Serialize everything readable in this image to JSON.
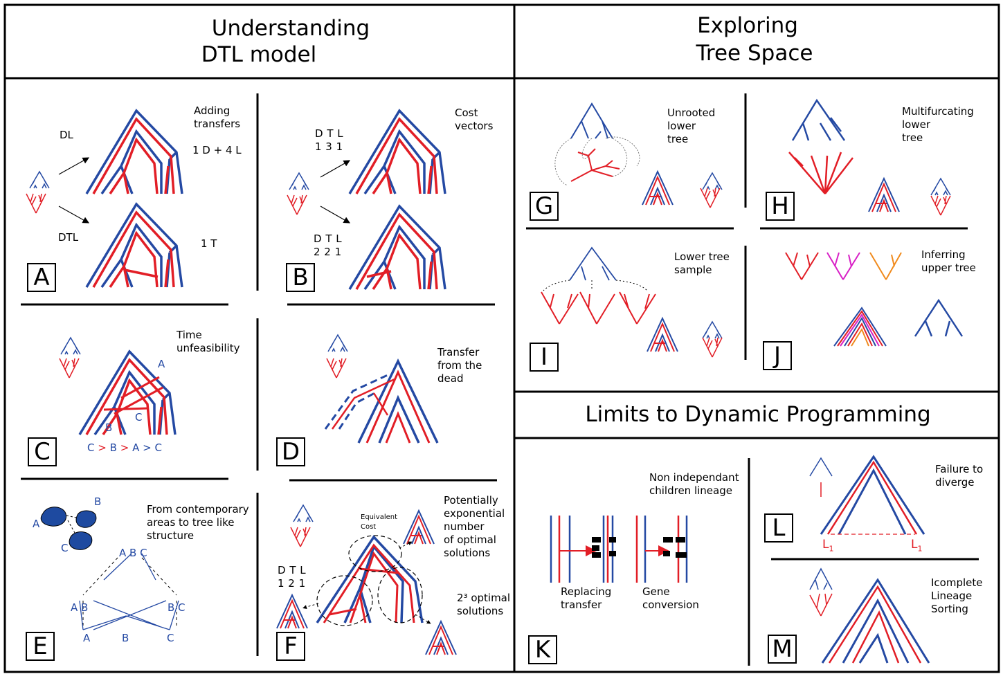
{
  "sections": {
    "dtl": "Understanding DTL model",
    "dtl_l1": "Understanding",
    "dtl_l2": "DTL model",
    "tree": "Exploring Tree Space",
    "tree_l1": "Exploring",
    "tree_l2": "Tree Space",
    "limits": "Limits to Dynamic Programming"
  },
  "panels": {
    "A": {
      "letter": "A",
      "caption_l1": "Adding",
      "caption_l2": "transfers",
      "dl": "DL",
      "dtl": "DTL",
      "cost_top": "1 D + 4 L",
      "cost_bottom": "1 T"
    },
    "B": {
      "letter": "B",
      "caption_l1": "Cost",
      "caption_l2": "vectors",
      "top_head": "D T L",
      "top_vals": "1 3 1",
      "bot_head": "D T L",
      "bot_vals": "2 2 1"
    },
    "C": {
      "letter": "C",
      "caption_l1": "Time",
      "caption_l2": "unfeasibility",
      "lab_a": "A",
      "lab_b": "B",
      "lab_c": "C",
      "ineq_1": "C",
      "ineq_2": ">",
      "ineq_3": "B",
      "ineq_4": ">",
      "ineq_5": "A",
      "ineq_6": ">",
      "ineq_7": "C"
    },
    "D": {
      "letter": "D",
      "caption_l1": "Transfer",
      "caption_l2": "from the",
      "caption_l3": "dead"
    },
    "E": {
      "letter": "E",
      "caption_l1": "From contemporary",
      "caption_l2": "areas to tree like",
      "caption_l3": "structure",
      "area_a": "A",
      "area_b": "B",
      "area_c": "C",
      "root": "A B C",
      "ab": "A B",
      "bc": "B C",
      "leaf_a": "A",
      "leaf_b": "B",
      "leaf_c": "C"
    },
    "F": {
      "letter": "F",
      "caption_l1": "Potentially",
      "caption_l2": "exponential",
      "caption_l3": "number",
      "caption_l4": "of optimal",
      "caption_l5": "solutions",
      "equiv_l1": "Equivalent",
      "equiv_l2": "Cost",
      "head": "D T L",
      "vals": "1 2 1",
      "sol_l1": "2³ optimal",
      "sol_l2": "solutions"
    },
    "G": {
      "letter": "G",
      "caption_l1": "Unrooted",
      "caption_l2": "lower",
      "caption_l3": "tree"
    },
    "H": {
      "letter": "H",
      "caption_l1": "Multifurcating",
      "caption_l2": "lower",
      "caption_l3": "tree"
    },
    "I": {
      "letter": "I",
      "caption_l1": "Lower tree",
      "caption_l2": "sample"
    },
    "J": {
      "letter": "J",
      "caption_l1": "Inferring",
      "caption_l2": "upper tree"
    },
    "K": {
      "letter": "K",
      "caption_l1": "Non independant",
      "caption_l2": "children lineage",
      "left_l1": "Replacing",
      "left_l2": "transfer",
      "right_l1": "Gene",
      "right_l2": "conversion"
    },
    "L": {
      "letter": "L",
      "caption_l1": "Failure to",
      "caption_l2": "diverge",
      "l1": "L",
      "sub": "1"
    },
    "M": {
      "letter": "M",
      "caption_l1": "Icomplete",
      "caption_l2": "Lineage",
      "caption_l3": "Sorting"
    }
  },
  "colors": {
    "species": "#2449a3",
    "gene": "#e21e26",
    "magenta": "#d81fc6",
    "orange": "#f08a1c",
    "area": "#1e4aa0",
    "frame": "#000000"
  }
}
